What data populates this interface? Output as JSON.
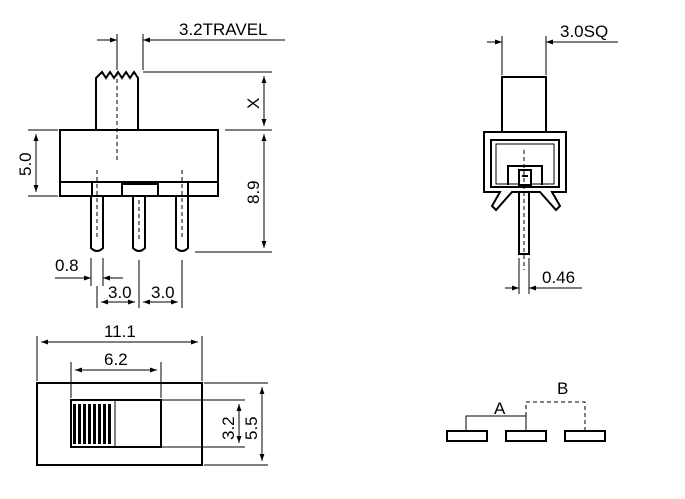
{
  "dimensions": {
    "travel": "3.2TRAVEL",
    "actuator_height": "X",
    "body_height": "5.0",
    "total_height": "8.9",
    "pin_width": "0.8",
    "pitch_1": "3.0",
    "pitch_2": "3.0",
    "actuator_square": "3.0SQ",
    "pin_thickness": "0.46",
    "body_length": "11.1",
    "slot_length": "6.2",
    "slot_width": "3.2",
    "body_width": "5.5"
  },
  "positions": {
    "a": "A",
    "b": "B"
  }
}
